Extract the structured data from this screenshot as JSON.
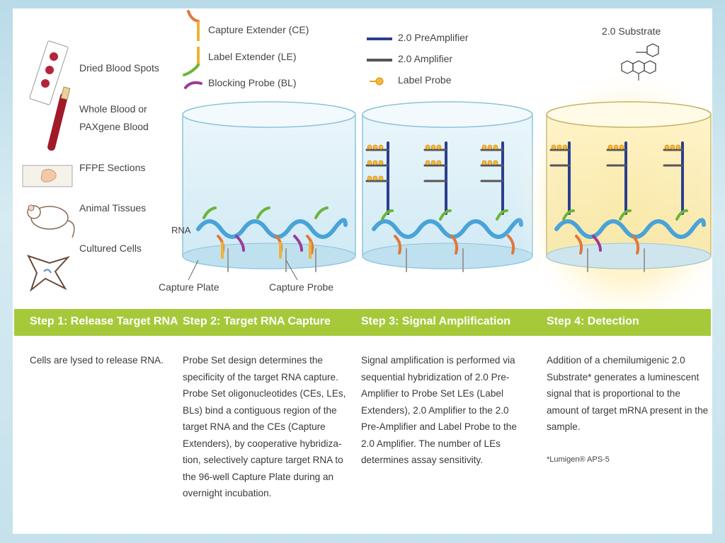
{
  "samples": [
    "Dried Blood Spots",
    "Whole Blood or",
    "PAXgene Blood",
    "FFPE Sections",
    "Animal Tissues",
    "Cultured Cells"
  ],
  "legend2": [
    "Capture Extender (CE)",
    "Label Extender (LE)",
    "Blocking Probe (BL)"
  ],
  "legend3": [
    "2.0 PreAmplifier",
    "2.0 Amplifier",
    "Label Probe"
  ],
  "substrate_label": "2.0 Substrate",
  "callouts": {
    "rna": "RNA",
    "capture_plate": "Capture Plate",
    "capture_probe": "Capture Probe"
  },
  "steps": [
    {
      "title": "Step 1: Release Target RNA",
      "text": "Cells are lysed to release RNA."
    },
    {
      "title": "Step 2: Target RNA Capture",
      "text": "Probe Set design determines the specificity of the target RNA capture. Probe Set oligonucleotides (CEs, LEs, BLs) bind a contiguous region of the target RNA and the CEs (Capture Extenders), by cooperative hybridiza-tion, selectively capture target RNA to the 96-well Capture Plate during an overnight incubation."
    },
    {
      "title": "Step 3: Signal Amplification",
      "text": "Signal amplification is performed via sequential hybridization of 2.0 Pre-Amplifier to Probe Set LEs (Label Extenders), 2.0 Amplifier to the 2.0 Pre-Amplifier and Label Probe to the 2.0 Amplifier. The number of LEs determines assay sensitivity."
    },
    {
      "title": "Step 4: Detection",
      "text": "Addition of a chemilumigenic 2.0 Substrate* generates a luminescent signal that is proportional to the amount of target mRNA present in the sample.",
      "footnote": "*Lumigen® APS-5"
    }
  ],
  "colors": {
    "band": "#a6c93a",
    "capture_extender": "#e0783a",
    "label_extender": "#6cb43a",
    "blocking_probe": "#9b3a9b",
    "preamplifier": "#2a3f8f",
    "rna": "#4aa3d8"
  }
}
